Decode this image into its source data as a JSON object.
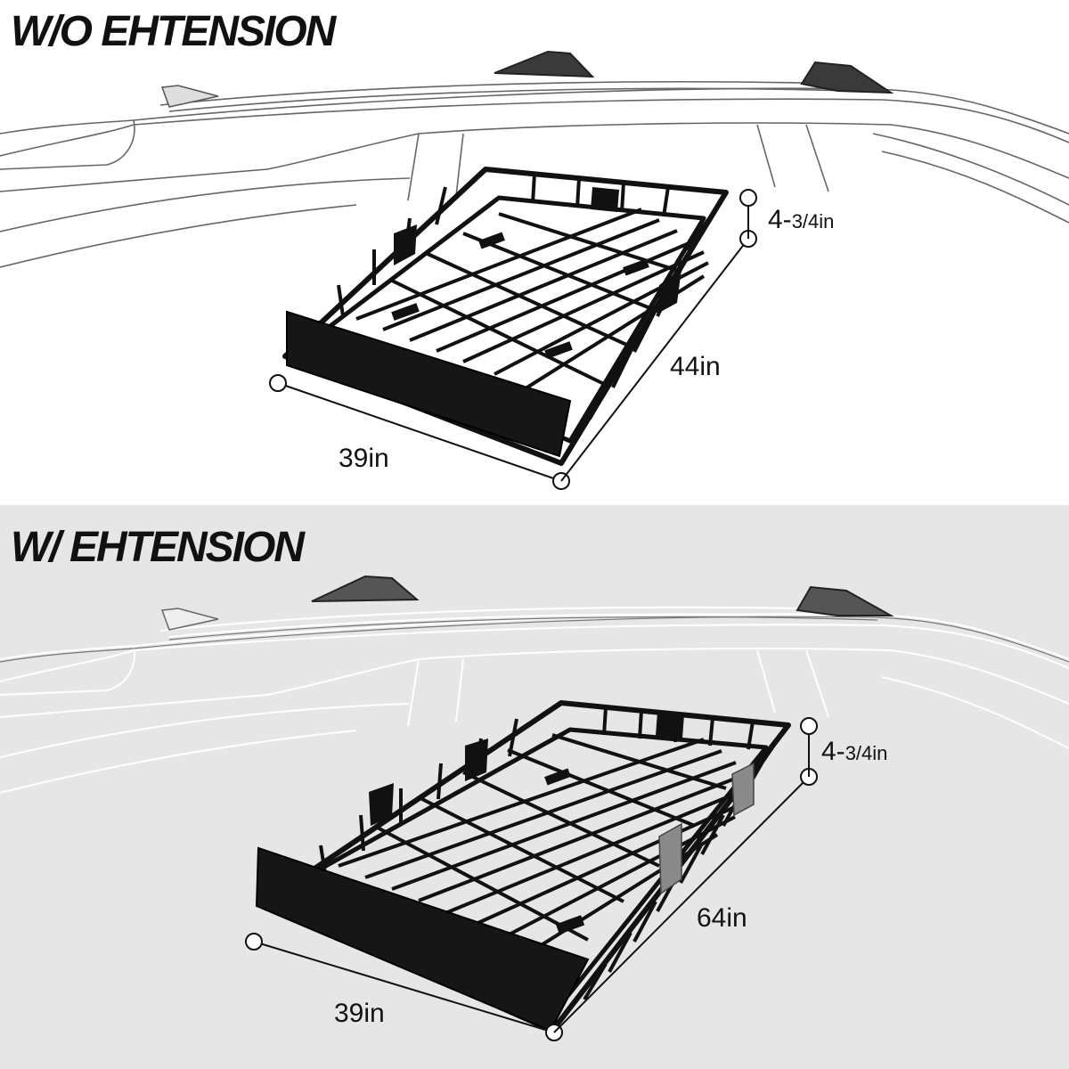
{
  "colors": {
    "background_top": "#ffffff",
    "background_bottom": "#e6e6e6",
    "ink": "#111111",
    "rack": "#1a1a1a"
  },
  "top": {
    "heading": "W/O EHTENSION",
    "width_label": "39in",
    "length_label": "44in",
    "height_main": "4-",
    "height_frac": "3/4in"
  },
  "bottom": {
    "heading": "W/ EHTENSION",
    "width_label": "39in",
    "length_label": "64in",
    "height_main": "4-",
    "height_frac": "3/4in"
  }
}
